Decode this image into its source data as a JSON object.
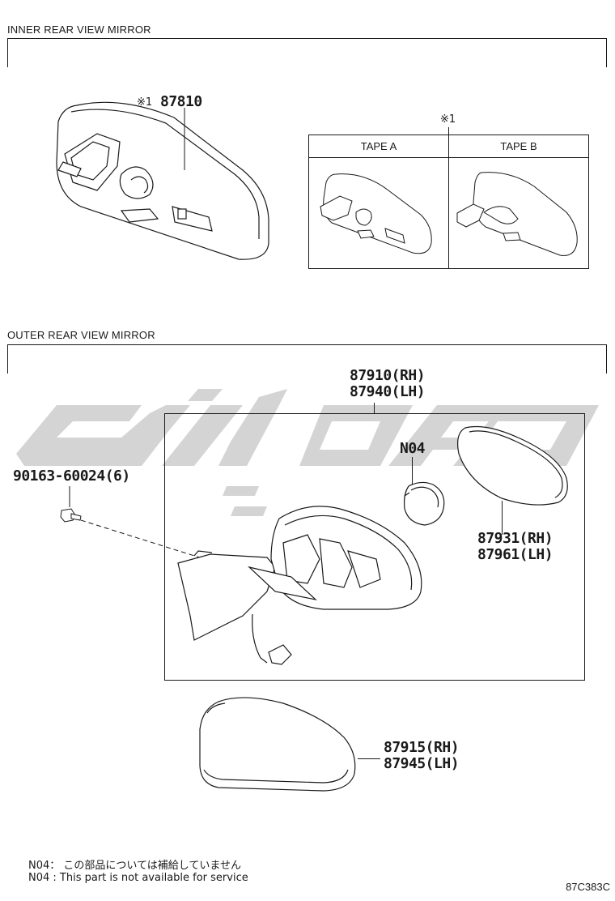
{
  "sections": {
    "inner": {
      "title": "INNER REAR VIEW MIRROR"
    },
    "outer": {
      "title": "OUTER REAR VIEW MIRROR"
    }
  },
  "inner_mirror": {
    "note_mark": "※1",
    "part_number": "87810",
    "tape_note_mark": "※1",
    "tape_a_label": "TAPE A",
    "tape_b_label": "TAPE B"
  },
  "outer_mirror": {
    "assembly_rh": "87910(RH)",
    "assembly_lh": "87940(LH)",
    "screw_part": "90163-60024(6)",
    "n04_label": "N04",
    "glass_rh": "87931(RH)",
    "glass_lh": "87961(LH)",
    "cover_rh": "87915(RH)",
    "cover_lh": "87945(LH)"
  },
  "footnotes": {
    "jp": "N04： この部品については補給していません",
    "en": "N04 :  This part is not available for service"
  },
  "diagram_code": "87C383C",
  "colors": {
    "line": "#1a1a1a",
    "watermark": "#d4d4d4"
  }
}
